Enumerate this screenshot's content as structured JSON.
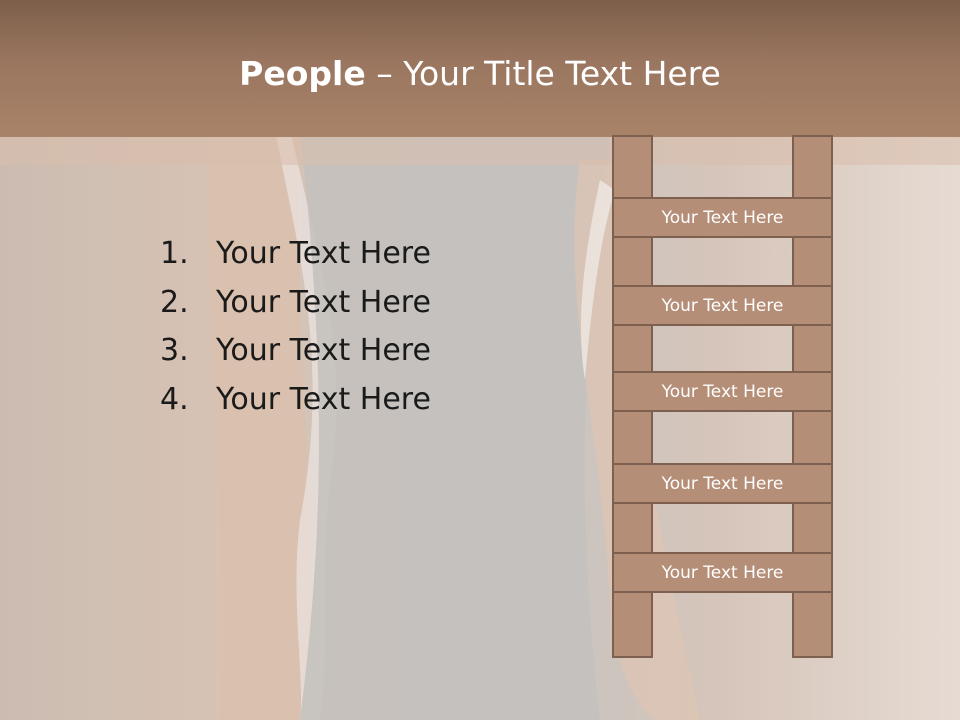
{
  "slide": {
    "title_bold": "People",
    "title_rest": " – Your Title Text Here",
    "list": [
      {
        "num": "1.",
        "text": "Your Text Here"
      },
      {
        "num": "2.",
        "text": "Your Text Here"
      },
      {
        "num": "3.",
        "text": "Your Text Here"
      },
      {
        "num": "4.",
        "text": "Your Text Here"
      }
    ],
    "ladder_steps": [
      "Your Text Here",
      "Your Text Here",
      "Your Text Here",
      "Your Text Here",
      "Your Text Here"
    ]
  },
  "colors": {
    "title_bar": "#9a7660",
    "ladder_fill": "#b58e77",
    "ladder_border": "#7e6050",
    "text": "#1a1a1a"
  }
}
